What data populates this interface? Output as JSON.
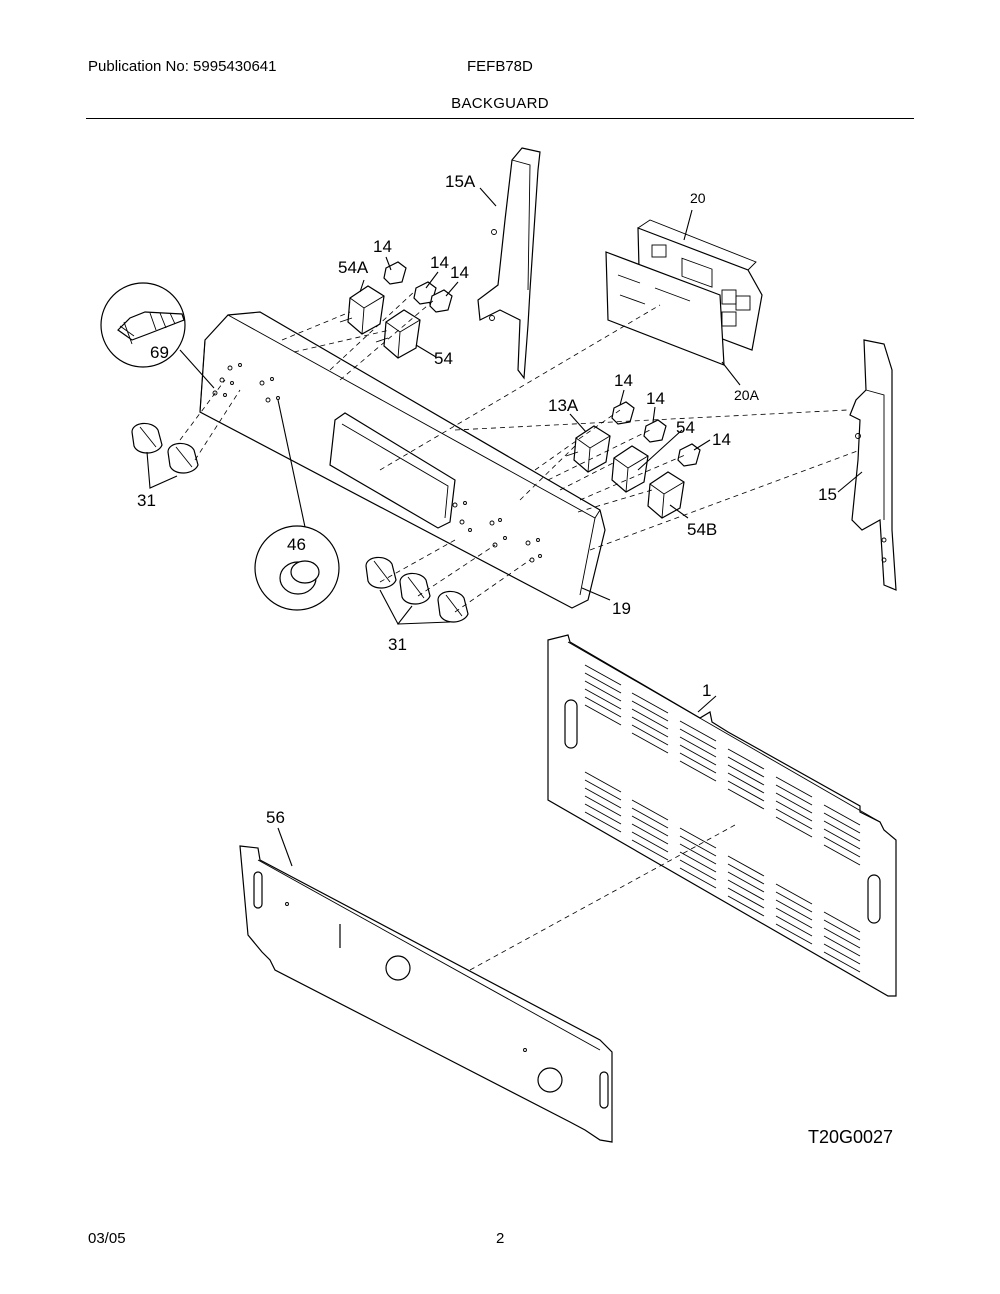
{
  "header": {
    "publication": "Publication No: 5995430641",
    "model": "FEFB78D",
    "section_title": "BACKGUARD"
  },
  "diagram": {
    "code": "T20G0027",
    "callouts": {
      "p15a": "15A",
      "p20": "20",
      "p20a": "20A",
      "p14a": "14",
      "p14b": "14",
      "p14c": "14",
      "p54a": "54A",
      "p54_top": "54",
      "p69": "69",
      "p31_left": "31",
      "p13a": "13A",
      "p14d": "14",
      "p14e": "14",
      "p14f": "14",
      "p54_mid": "54",
      "p54b": "54B",
      "p15": "15",
      "p46": "46",
      "p19": "19",
      "p31_bottom": "31",
      "p1": "1",
      "p56": "56"
    }
  },
  "footer": {
    "date": "03/05",
    "page": "2"
  }
}
